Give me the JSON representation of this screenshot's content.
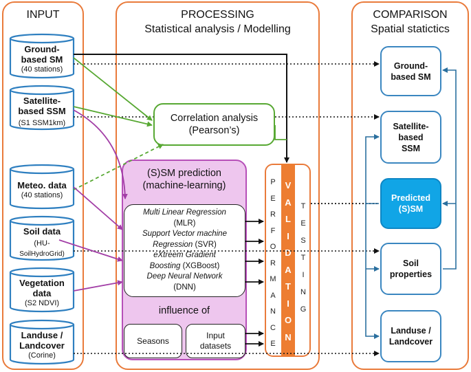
{
  "panels": {
    "input_title": "INPUT",
    "processing_title": "PROCESSING",
    "processing_subtitle": "Statistical analysis / Modelling",
    "comparison_title": "COMPARISON",
    "comparison_subtitle": "Spatial statictics"
  },
  "inputs": [
    {
      "line1": "Ground-",
      "line2": "based SM",
      "sub": "(40 stations)"
    },
    {
      "line1": "Satellite-",
      "line2": "based SSM",
      "sub": "(S1 SSM1km)"
    },
    {
      "line1": "Meteo. data",
      "line2": "",
      "sub": "(40 stations)"
    },
    {
      "line1": "Soil  data",
      "line2": "",
      "sub": "(HU-",
      "sub2": "SoilHydroGrid)"
    },
    {
      "line1": "Vegetation",
      "line2": "data",
      "sub": "(S2 NDVI)"
    },
    {
      "line1": "Landuse /",
      "line2": "Landcover",
      "sub": "(Corine)"
    }
  ],
  "correlation": {
    "line1": "Correlation analysis",
    "line2": "(Pearson’s)"
  },
  "prediction": {
    "line1": "(S)SM prediction",
    "line2": "(machine-learning)"
  },
  "models": {
    "mlr_name": "Multi Linear Regression",
    "mlr_abbr": "(MLR)",
    "svr_name1": "Support Vector machine",
    "svr_name2": "Regression",
    "svr_abbr": "(SVR)",
    "xgb_name1": "eXtreem Gradient",
    "xgb_name2": "Boosting",
    "xgb_abbr": "(XGBoost)",
    "dnn_name": "Deep Neural Network",
    "dnn_abbr": "(DNN)"
  },
  "influence": {
    "title": "influence of",
    "seasons": "Seasons",
    "input1": "Input",
    "input2": "datasets"
  },
  "validation": {
    "left_letters": [
      "P",
      "E",
      "R",
      "F",
      "O",
      "R",
      "M",
      "A",
      "N",
      "C",
      "E"
    ],
    "mid_letters": [
      "V",
      "A",
      "L",
      "I",
      "D",
      "A",
      "T",
      "I",
      "O",
      "N"
    ],
    "right_letters": [
      "T",
      "E",
      "S",
      "T",
      "I",
      "N",
      "G"
    ]
  },
  "comparison": [
    {
      "line1": "Ground-",
      "line2": "based SM",
      "line3": ""
    },
    {
      "line1": "Satellite-",
      "line2": "based",
      "line3": "SSM"
    },
    {
      "line1": "Predicted",
      "line2": "(S)SM",
      "line3": ""
    },
    {
      "line1": "Soil",
      "line2": "properties",
      "line3": ""
    },
    {
      "line1": "Landuse /",
      "line2": "Landcover",
      "line3": ""
    }
  ],
  "colors": {
    "orange": "#ed7d31",
    "blue": "#3a86c0",
    "predicted_fill": "#11a5e6",
    "green": "#57a832",
    "purple": "#a23ea6",
    "pink_fill": "#eec6ee"
  }
}
